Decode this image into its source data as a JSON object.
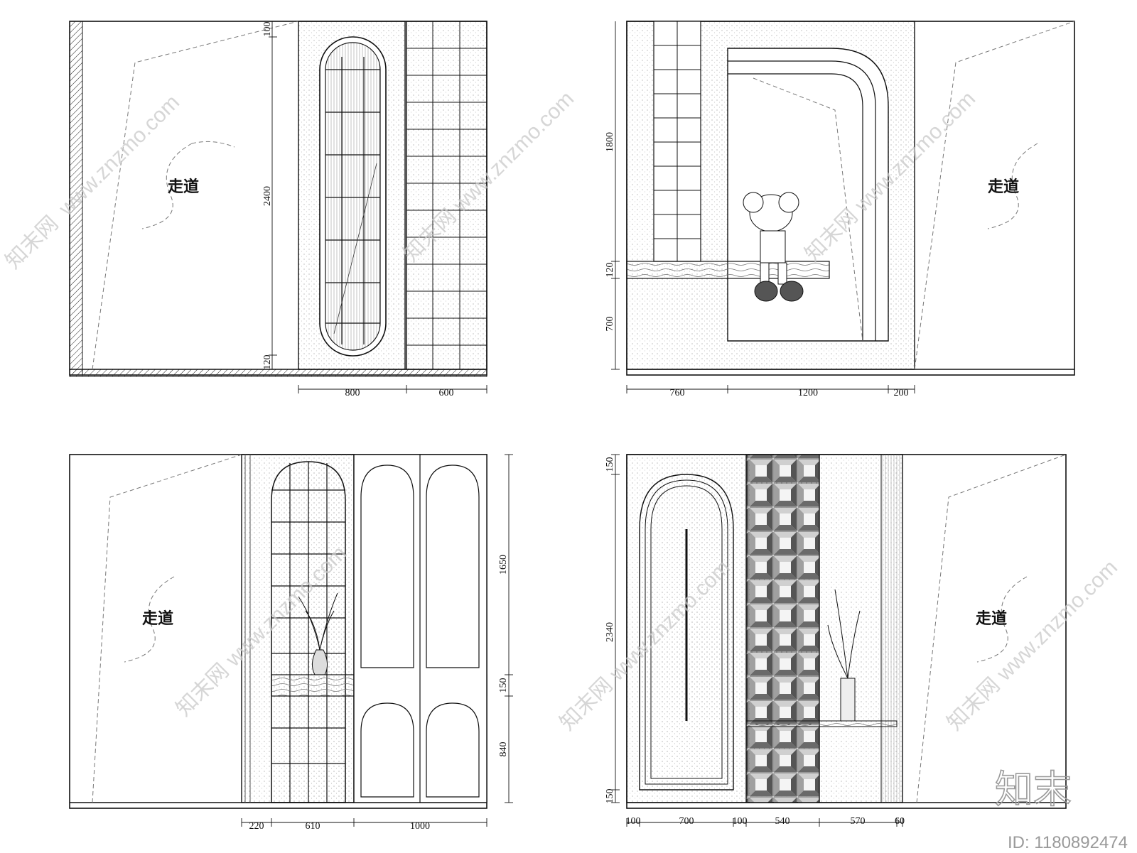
{
  "panels": [
    {
      "id": "tl",
      "room_label": "走道",
      "dims_vertical": [
        "100",
        "2400",
        "120"
      ],
      "dims_horizontal": [
        "800",
        "600"
      ]
    },
    {
      "id": "tr",
      "room_label": "走道",
      "dims_vertical": [
        "1800",
        "120",
        "700"
      ],
      "dims_horizontal": [
        "760",
        "1200",
        "200"
      ]
    },
    {
      "id": "bl",
      "room_label": "走道",
      "dims_vertical": [
        "1650",
        "150",
        "840"
      ],
      "dims_horizontal": [
        "220",
        "610",
        "1000"
      ]
    },
    {
      "id": "br",
      "room_label": "走道",
      "dims_vertical": [
        "150",
        "2340",
        "150"
      ],
      "dims_horizontal": [
        "100",
        "700",
        "100",
        "540",
        "570",
        "60"
      ]
    }
  ],
  "watermark": {
    "url": "www.znzmo.com",
    "brand": "知末网"
  },
  "logo": "知末",
  "image_id": "ID: 1180892474",
  "colors": {
    "line": "#111111",
    "texture": "#bdbdbd",
    "watermark": "#c9c9c9"
  }
}
